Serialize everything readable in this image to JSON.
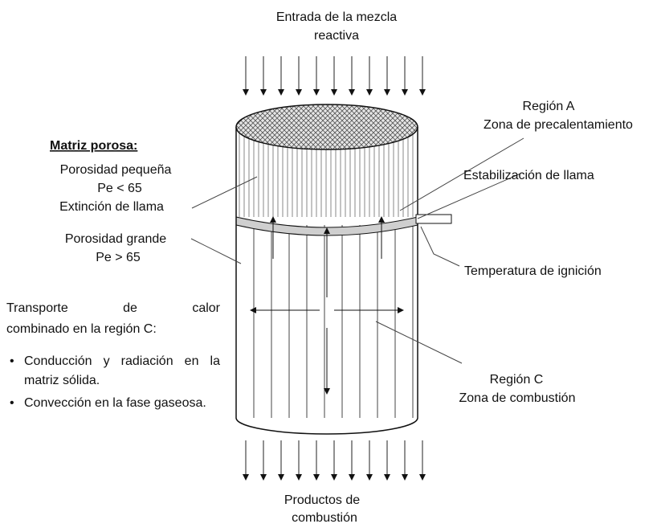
{
  "inlet": {
    "line1": "Entrada de la mezcla",
    "line2": "reactiva"
  },
  "outlet": {
    "line1": "Productos de",
    "line2": "combustión"
  },
  "region_a": {
    "line1": "Región A",
    "line2": "Zona de precalentamiento"
  },
  "flame_stabilization": "Estabilización de llama",
  "ignition_temperature": "Temperatura de ignición",
  "region_c": {
    "line1": "Región C",
    "line2": "Zona de combustión"
  },
  "porous_matrix": {
    "title": "Matriz porosa:",
    "small_pore": "Porosidad pequeña",
    "small_pe": "Pe < 65",
    "small_effect": "Extinción de llama",
    "large_pore": "Porosidad grande",
    "large_pe": "Pe > 65"
  },
  "heat_transport": {
    "intro_line1": "Transporte de calor",
    "intro_line2": "combinado en la región C:",
    "bullets": [
      {
        "symbol": "•",
        "text": "Conducción y radiación en la matriz sólida."
      },
      {
        "symbol": "•",
        "text": "Convección en la fase gaseosa."
      }
    ]
  }
}
